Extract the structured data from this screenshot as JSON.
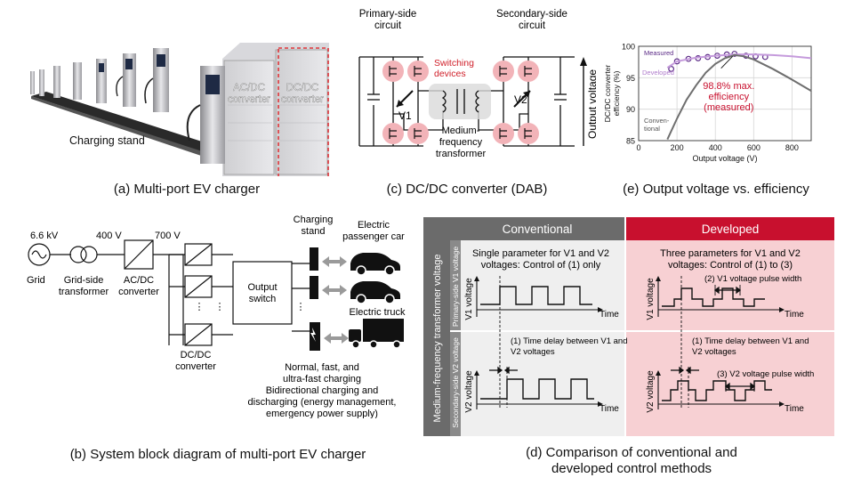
{
  "panel_a": {
    "caption": "(a) Multi-port EV charger",
    "label_charging_stand": "Charging stand",
    "label_acdc": [
      "AC/DC",
      "converter"
    ],
    "label_dcdc": [
      "DC/DC",
      "converter"
    ]
  },
  "panel_b": {
    "caption": "(b) System block diagram of multi-port EV charger",
    "v_grid": "6.6 kV",
    "v_400": "400 V",
    "v_700": "700 V",
    "grid": "Grid",
    "transformer": [
      "Grid-side",
      "transformer"
    ],
    "acdc": [
      "AC/DC",
      "converter"
    ],
    "dcdc": [
      "DC/DC",
      "converter"
    ],
    "switch": [
      "Output",
      "switch"
    ],
    "charging_stand": [
      "Charging",
      "stand"
    ],
    "car": [
      "Electric",
      "passenger car"
    ],
    "truck": "Electric truck",
    "notes": [
      "Normal, fast, and",
      "ultra-fast charging",
      "Bidirectional charging and",
      "discharging (energy management,",
      "emergency power supply)"
    ]
  },
  "panel_c": {
    "caption": "(c) DC/DC converter (DAB)",
    "primary": [
      "Primary-side",
      "circuit"
    ],
    "secondary": [
      "Secondary-side",
      "circuit"
    ],
    "switching": [
      "Switching",
      "devices"
    ],
    "v1": "V1",
    "v2": "V2",
    "transformer": [
      "Medium-",
      "frequency",
      "transformer"
    ],
    "output_voltage": "Output voltage"
  },
  "panel_d": {
    "caption": [
      "(d) Comparison of conventional and",
      "developed control methods"
    ],
    "header_conventional": "Conventional",
    "header_developed": "Developed",
    "side_outer": "Medium-frequency transformer voltage",
    "side_primary": "Primary-side V1 voltage",
    "side_secondary": "Secondary-side V2 voltage",
    "conv_desc": [
      "Single parameter for V1 and V2",
      "voltages: Control of (1) only"
    ],
    "dev_desc": [
      "Three parameters for V1 and V2",
      "voltages: Control of (1) to (3)"
    ],
    "v1_axis": "V1 voltage",
    "v2_axis": "V2 voltage",
    "time": "Time",
    "delay_note": [
      "(1) Time delay between V1 and",
      "V2 voltages"
    ],
    "pulse_v1": "(2) V1 voltage pulse width",
    "pulse_v2": "(3) V2 voltage pulse width",
    "colors": {
      "header_gray": "#6b6b6b",
      "header_red": "#c8102e",
      "dev_bg": "#f7d0d3",
      "conv_bg": "#efefef",
      "arrow_red": "#c8102e"
    }
  },
  "panel_e": {
    "caption": "(e) Output voltage vs. efficiency",
    "chart_data": {
      "type": "line",
      "xlabel": "Output voltage (V)",
      "ylabel": "DC/DC converter efficiency (%)",
      "xlim": [
        0,
        900
      ],
      "ylim": [
        85,
        100
      ],
      "xticks": [
        0,
        200,
        400,
        600,
        800
      ],
      "yticks": [
        85,
        90,
        95,
        100
      ],
      "series": [
        {
          "name": "Measured",
          "kind": "markers",
          "color": "#5b2a86",
          "x": [
            170,
            200,
            260,
            310,
            360,
            410,
            460,
            500,
            560,
            610,
            660
          ],
          "y": [
            96.4,
            97.6,
            98.0,
            98.1,
            98.3,
            98.5,
            98.7,
            98.8,
            98.5,
            98.4,
            98.3
          ]
        },
        {
          "name": "Developed",
          "kind": "line",
          "color": "#c59bdc",
          "x": [
            150,
            200,
            300,
            400,
            500,
            600,
            700,
            800,
            900
          ],
          "y": [
            96.6,
            97.6,
            98.2,
            98.5,
            98.7,
            98.7,
            98.6,
            98.4,
            98.1
          ]
        },
        {
          "name": "Conven-tional",
          "kind": "line",
          "color": "#6e6e6e",
          "x": [
            150,
            200,
            250,
            300,
            350,
            400,
            450,
            500,
            550,
            600,
            700,
            800,
            900
          ],
          "y": [
            85.2,
            88.5,
            91.5,
            93.8,
            95.8,
            97.2,
            98.1,
            98.6,
            98.4,
            97.9,
            96.4,
            94.7,
            92.9
          ]
        }
      ],
      "label_measured": "Measured",
      "label_developed": "Developed",
      "label_conventional": [
        "Conven-",
        "tional"
      ],
      "annotation": [
        "98.8% max.",
        "efficiency",
        "(measured)"
      ]
    }
  }
}
